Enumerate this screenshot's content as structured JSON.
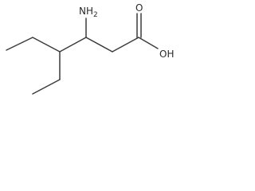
{
  "molecule": {
    "labels": {
      "amine": "NH",
      "amine_subscript": "2",
      "carbonyl_oxygen": "O",
      "hydroxyl": "OH"
    }
  },
  "colors": {
    "bond": "#3c3c3c",
    "text": "#2a2a2a",
    "background": "#ffffff"
  }
}
